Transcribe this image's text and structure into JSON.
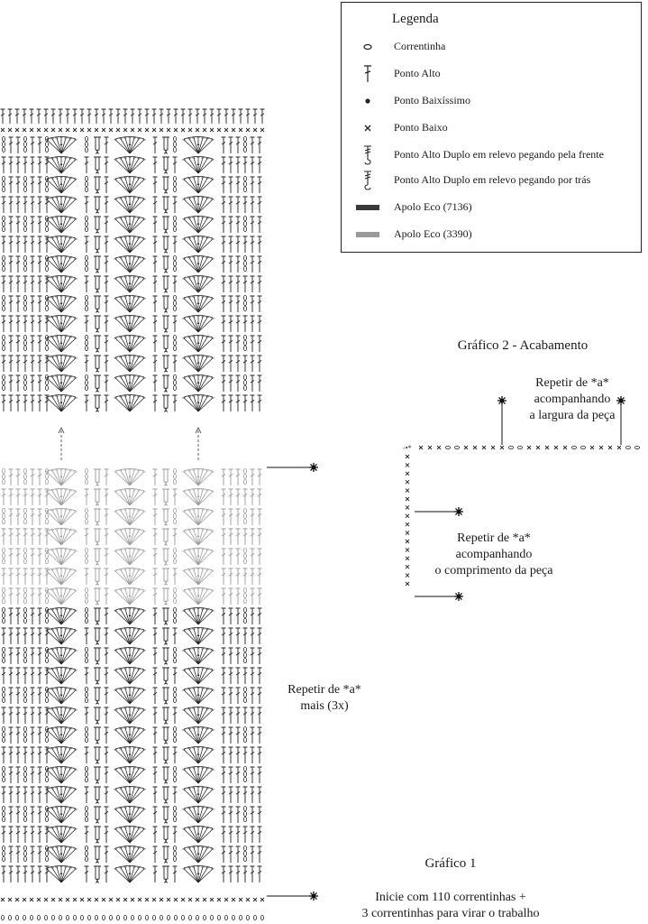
{
  "legend": {
    "title": "Legenda",
    "items": [
      {
        "label": "Correntinha",
        "icon": "chain-stitch-icon"
      },
      {
        "label": "Ponto Alto",
        "icon": "double-crochet-icon"
      },
      {
        "label": "Ponto Baixíssimo",
        "icon": "slip-stitch-icon"
      },
      {
        "label": "Ponto Baixo",
        "icon": "single-crochet-icon"
      },
      {
        "label": "Ponto Alto Duplo em relevo pegando pela frente",
        "icon": "front-post-treble-icon"
      },
      {
        "label": "Ponto Alto Duplo em relevo pegando por trás",
        "icon": "back-post-treble-icon"
      },
      {
        "label": "Apolo Eco (7136)",
        "icon": "dark-yarn-swatch",
        "color": "#3a3a3a"
      },
      {
        "label": "Apolo Eco (3390)",
        "icon": "light-yarn-swatch",
        "color": "#9a9a9a"
      }
    ]
  },
  "colors": {
    "dark_yarn": "#3a3a3a",
    "light_yarn": "#9a9a9a",
    "ink": "#222222"
  },
  "chart1": {
    "title": "Gráfico 1",
    "start_line1": "Inicie com 110 correntinhas +",
    "start_line2": "3 correntinhas para virar o trabalho",
    "repeat_line1": "Repetir de *a*",
    "repeat_line2": "mais (3x)"
  },
  "chart2": {
    "title": "Gráfico 2 - Acabamento",
    "width_line1": "Repetir de *a*",
    "width_line2": "acompanhando",
    "width_line3": "a largura da peça",
    "length_line1": "Repetir de *a*",
    "length_line2": "acompanhando",
    "length_line3": "o comprimento da peça"
  }
}
